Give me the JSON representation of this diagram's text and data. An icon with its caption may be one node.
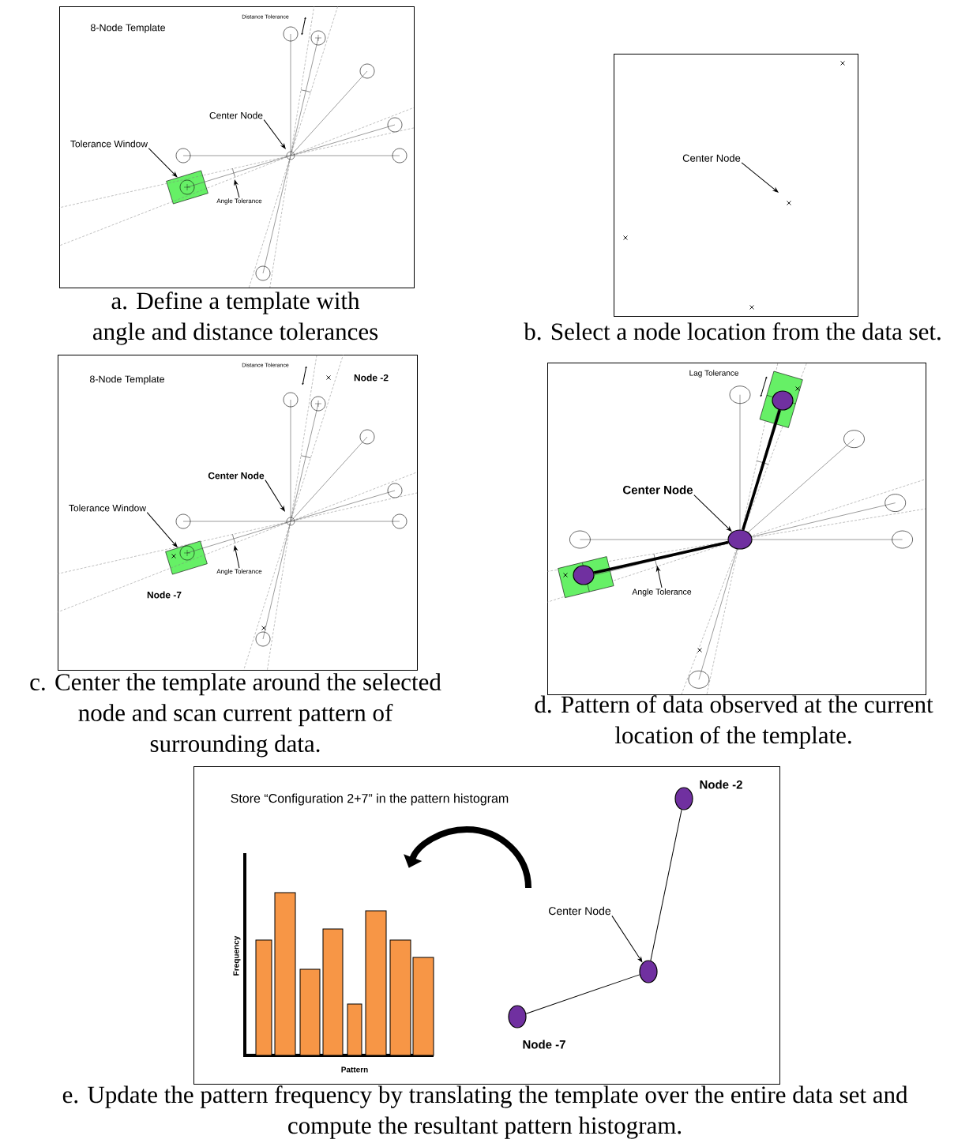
{
  "diagram": {
    "nodes": [
      {
        "text": [],
        "shape": "box",
        "beside": [
          "a. Define a template with angle and distance tolerances"
        ]
      },
      {
        "text": [
          "Center Node"
        ],
        "in": 0
      },
      {
        "text": [
          "Tolerance Window"
        ],
        "in": 0
      },
      {
        "text": [],
        "shape": "box",
        "in": 0
      },
      {
        "text": [
          "Angle Tolerance"
        ],
        "in": 0
      },
      {
        "text": [],
        "shape": "box",
        "beside": [
          "b. Select a node location from the data set."
        ]
      },
      {
        "text": [
          "Center Node"
        ],
        "in": 5
      },
      {
        "text": [],
        "shape": "box",
        "beside": [
          "c. Center the template around the selected node and scan current pattern of surrounding data."
        ]
      },
      {
        "text": [
          "Center Node"
        ],
        "in": 7
      },
      {
        "text": [
          "Tolerance Window"
        ],
        "in": 7
      },
      {
        "text": [],
        "shape": "box",
        "in": 7
      },
      {
        "text": [
          "Angle Tolerance"
        ],
        "in": 7
      },
      {
        "text": [],
        "shape": "box",
        "beside": [
          "d. Pattern of data observed at the current location of the template."
        ]
      },
      {
        "text": [
          "Center Node"
        ],
        "in": 12
      },
      {
        "text": [],
        "shape": "circle",
        "in": 12
      },
      {
        "text": [
          "Angle Tolerance"
        ],
        "in": 12
      },
      {
        "text": [],
        "shape": "circle",
        "in": 12
      },
      {
        "text": [],
        "shape": "circle",
        "in": 12
      },
      {
        "text": [],
        "shape": "box",
        "beside": [
          "e. Update the pattern frequency by translating the template over the entire data set and compute the resultant pattern histogram."
        ]
      },
      {
        "text": [
          "Center Node"
        ],
        "in": 18
      },
      {
        "text": [],
        "shape": "circle",
        "in": 18,
        "beside": [
          "Node -2"
        ]
      },
      {
        "text": [],
        "shape": "circle",
        "in": 18
      },
      {
        "text": [],
        "shape": "circle",
        "in": 18,
        "beside": [
          "Node -7"
        ]
      }
    ],
    "edges": [
      {
        "from": 1,
        "to": null,
        "arrow": "to"
      },
      {
        "from": 2,
        "to": 3,
        "arrow": "to"
      },
      {
        "from": 4,
        "to": null,
        "arrow": "to"
      },
      {
        "from": 6,
        "to": null,
        "arrow": "to"
      },
      {
        "from": 8,
        "to": null,
        "arrow": "to"
      },
      {
        "from": 9,
        "to": 10,
        "arrow": "to"
      },
      {
        "from": 11,
        "to": null,
        "arrow": "to"
      },
      {
        "from": 13,
        "to": 14,
        "arrow": "to"
      },
      {
        "from": 15,
        "to": null,
        "arrow": "to"
      },
      {
        "from": 14,
        "to": 16,
        "arrow": "none",
        "style": "thick"
      },
      {
        "from": 14,
        "to": 17,
        "arrow": "none",
        "style": "thick"
      },
      {
        "from": 19,
        "to": 21,
        "arrow": "to"
      },
      {
        "from": 21,
        "to": 20,
        "arrow": "none"
      },
      {
        "from": 21,
        "to": 22,
        "arrow": "none"
      }
    ],
    "labels": [
      "8-Node Template",
      "Distance Tolerance",
      "8-Node Template",
      "Distance Tolerance",
      "Node -2",
      "Node -7",
      "Lag Tolerance",
      "Store “Configuration 2+7” in the pattern histogram",
      "Frequency",
      "Pattern"
    ]
  }
}
